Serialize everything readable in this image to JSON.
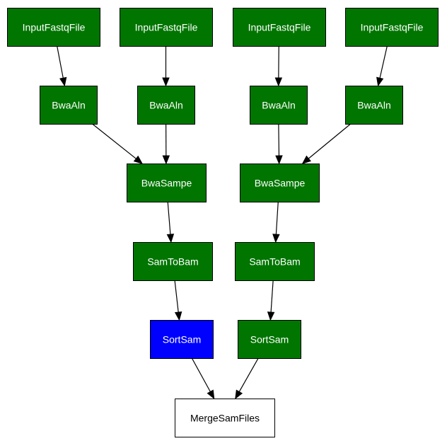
{
  "colors": {
    "pending": "#007500",
    "running": "#0000ff",
    "waiting": "#ffffff",
    "text_on_dark": "#ffffff",
    "text_on_light": "#000000"
  },
  "nodes": [
    {
      "id": "input1",
      "label": "InputFastqFile",
      "status": "pending"
    },
    {
      "id": "input2",
      "label": "InputFastqFile",
      "status": "pending"
    },
    {
      "id": "input3",
      "label": "InputFastqFile",
      "status": "pending"
    },
    {
      "id": "input4",
      "label": "InputFastqFile",
      "status": "pending"
    },
    {
      "id": "bwaaln1",
      "label": "BwaAln",
      "status": "pending"
    },
    {
      "id": "bwaaln2",
      "label": "BwaAln",
      "status": "pending"
    },
    {
      "id": "bwaaln3",
      "label": "BwaAln",
      "status": "pending"
    },
    {
      "id": "bwaaln4",
      "label": "BwaAln",
      "status": "pending"
    },
    {
      "id": "bwasampe1",
      "label": "BwaSampe",
      "status": "pending"
    },
    {
      "id": "bwasampe2",
      "label": "BwaSampe",
      "status": "pending"
    },
    {
      "id": "samtobam1",
      "label": "SamToBam",
      "status": "pending"
    },
    {
      "id": "samtobam2",
      "label": "SamToBam",
      "status": "pending"
    },
    {
      "id": "sortsam1",
      "label": "SortSam",
      "status": "running"
    },
    {
      "id": "sortsam2",
      "label": "SortSam",
      "status": "pending"
    },
    {
      "id": "merge",
      "label": "MergeSamFiles",
      "status": "waiting"
    }
  ],
  "edges": [
    {
      "from": "input1",
      "to": "bwaaln1"
    },
    {
      "from": "input2",
      "to": "bwaaln2"
    },
    {
      "from": "input3",
      "to": "bwaaln3"
    },
    {
      "from": "input4",
      "to": "bwaaln4"
    },
    {
      "from": "bwaaln1",
      "to": "bwasampe1"
    },
    {
      "from": "bwaaln2",
      "to": "bwasampe1"
    },
    {
      "from": "bwaaln3",
      "to": "bwasampe2"
    },
    {
      "from": "bwaaln4",
      "to": "bwasampe2"
    },
    {
      "from": "bwasampe1",
      "to": "samtobam1"
    },
    {
      "from": "bwasampe2",
      "to": "samtobam2"
    },
    {
      "from": "samtobam1",
      "to": "sortsam1"
    },
    {
      "from": "samtobam2",
      "to": "sortsam2"
    },
    {
      "from": "sortsam1",
      "to": "merge"
    },
    {
      "from": "sortsam2",
      "to": "merge"
    }
  ]
}
